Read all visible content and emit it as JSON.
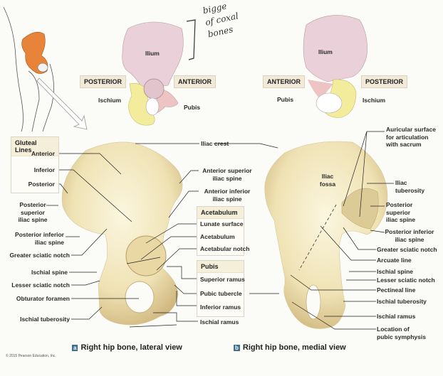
{
  "handwriting": [
    "bigge",
    "of coxal",
    "bones"
  ],
  "top_left_pelvis": {
    "ilium": "Ilium",
    "posterior": "POSTERIOR",
    "anterior": "ANTERIOR",
    "ischium": "Ischium",
    "pubis": "Pubis"
  },
  "top_right_pelvis": {
    "ilium": "Ilium",
    "anterior": "ANTERIOR",
    "posterior": "POSTERIOR",
    "pubis": "Pubis",
    "ischium": "Ischium"
  },
  "lateral": {
    "gluteal_box": {
      "title": "Gluteal Lines",
      "items": [
        "Anterior",
        "Inferior",
        "Posterior"
      ]
    },
    "labels": {
      "psis": "Posterior\nsuperior\niliac spine",
      "piis": "Posterior inferior\niliac spine",
      "greater_sciatic": "Greater sciatic notch",
      "ischial_spine": "Ischial spine",
      "lesser_sciatic": "Lesser sciatic notch",
      "obturator": "Obturator foramen",
      "ischial_tuberosity": "Ischial tuberosity",
      "iliac_crest": "Iliac crest",
      "asis": "Anterior superior\niliac spine",
      "aiis": "Anterior inferior\niliac spine",
      "ischial_ramus": "Ischial ramus"
    },
    "acetabulum_box": {
      "title": "Acetabulum",
      "items": [
        "Lunate surface",
        "Acetabulum",
        "Acetabular notch"
      ]
    },
    "pubis_box": {
      "title": "Pubis",
      "items": [
        "Superior ramus",
        "Pubic tubercle",
        "Inferior ramus"
      ]
    },
    "caption_letter": "a",
    "caption": "Right hip bone, lateral view"
  },
  "medial": {
    "iliac_fossa": "Iliac\nfossa",
    "labels": {
      "auricular": "Auricular surface\nfor articulation\nwith sacrum",
      "iliac_tuberosity": "Iliac\ntuberosity",
      "psis": "Posterior\nsuperior\niliac spine",
      "piis": "Posterior inferior\niliac spine",
      "greater_sciatic": "Greater sciatic notch",
      "arcuate": "Arcuate line",
      "ischial_spine": "Ischial spine",
      "lesser_sciatic": "Lesser sciatic notch",
      "pectineal": "Pectineal line",
      "ischial_tuberosity": "Ischial tuberosity",
      "ischial_ramus": "Ischial ramus",
      "pubic_symphysis": "Location of\npubic symphysis"
    },
    "caption_letter": "b",
    "caption": "Right hip bone, medial view"
  },
  "copyright": "© 2015 Pearson Education, Inc.",
  "colors": {
    "ilium": "#ead0d8",
    "ischium": "#f3ec9c",
    "pubis": "#eec3c3",
    "bone": "#f4ecc8",
    "bone_shadow": "#c9b27a",
    "orange": "#e8843a",
    "caption_badge": "#3f6f8e"
  }
}
